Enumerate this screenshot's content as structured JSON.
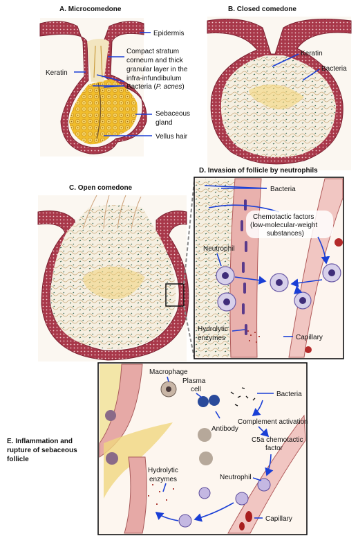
{
  "panels": {
    "a": {
      "title": "A. Microcomedone",
      "labels": {
        "epidermis": "Epidermis",
        "compact_1": "Compact stratum",
        "compact_2": "corneum and thick",
        "compact_3": "granular layer in the",
        "compact_4": "infra-infundibulum",
        "bacteria_prefix": "Bacteria (",
        "bacteria_species": "P. acnes",
        "bacteria_suffix": ")",
        "keratin": "Keratin",
        "sebaceous_1": "Sebaceous",
        "sebaceous_2": "gland",
        "vellus": "Vellus hair"
      }
    },
    "b": {
      "title": "B. Closed comedone",
      "labels": {
        "keratin": "Keratin",
        "bacteria": "Bacteria"
      }
    },
    "c": {
      "title": "C. Open comedone"
    },
    "d": {
      "title": "D. Invasion of follicle by neutrophils",
      "labels": {
        "bacteria": "Bacteria",
        "chemotactic_1": "Chemotactic factors",
        "chemotactic_2": "(low-molecular-weight",
        "chemotactic_3": "substances)",
        "neutrophil": "Neutrophil",
        "hydrolytic_1": "Hydrolytic",
        "hydrolytic_2": "enzymes",
        "capillary": "Capillary"
      }
    },
    "e": {
      "title_1": "E. Inflammation and",
      "title_2": "rupture of sebaceous",
      "title_3": "follicle",
      "labels": {
        "macrophage": "Macrophage",
        "plasma_1": "Plasma",
        "plasma_2": "cell",
        "bacteria": "Bacteria",
        "complement": "Complement activation",
        "antibody": "Antibody",
        "c5a_1": "C5a chemotactic",
        "c5a_2": "factor",
        "hydrolytic_1": "Hydrolytic",
        "hydrolytic_2": "enzymes",
        "neutrophil": "Neutrophil",
        "capillary": "Capillary"
      }
    }
  },
  "colors": {
    "epidermis": "#9c2e3d",
    "keratin_cream": "#f4efe2",
    "sebum_yellow": "#f2c531",
    "leader_blue": "#1a3fd6",
    "neutrophil_purple": "#5a4a9a",
    "cell_pink": "#e8a7a3"
  }
}
